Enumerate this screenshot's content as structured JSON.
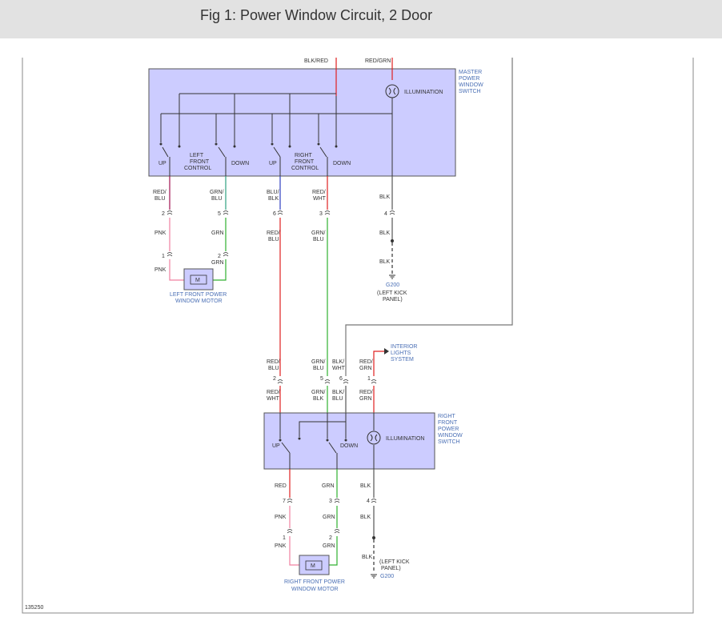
{
  "title": "Fig 1: Power Window Circuit, 2 Door",
  "figure_id": "135250",
  "master": {
    "name": [
      "MASTER",
      "POWER",
      "WINDOW",
      "SWITCH"
    ],
    "illumination": "ILLUMINATION",
    "left_control": [
      "LEFT",
      "FRONT",
      "CONTROL"
    ],
    "right_control": [
      "RIGHT",
      "FRONT",
      "CONTROL"
    ],
    "up": "UP",
    "down": "DOWN",
    "input_wires": [
      "BLK/RED",
      "RED/GRN"
    ]
  },
  "master_connector_wires": [
    {
      "above": [
        "RED/",
        "BLU"
      ],
      "pin": "2",
      "below": [
        "PNK"
      ]
    },
    {
      "above": [
        "GRN/",
        "BLU"
      ],
      "pin": "5",
      "below": [
        "GRN"
      ]
    },
    {
      "above": [
        "BLU/",
        "BLK"
      ],
      "pin": "6",
      "below": [
        "RED/",
        "BLU"
      ]
    },
    {
      "above": [
        "RED/",
        "WHT"
      ],
      "pin": "3",
      "below": [
        "GRN/",
        "BLU"
      ]
    },
    {
      "above": [
        "BLK"
      ],
      "pin": "4",
      "below": [
        "BLK"
      ]
    }
  ],
  "left_motor": {
    "name": [
      "LEFT FRONT POWER",
      "WINDOW MOTOR"
    ],
    "pins": [
      {
        "pin": "1",
        "wire": "PNK"
      },
      {
        "pin": "2",
        "wire": "GRN"
      }
    ]
  },
  "ground_top": {
    "wire": "BLK",
    "name": "G200",
    "location": [
      "(LEFT KICK",
      "PANEL)"
    ]
  },
  "interior_lights": [
    "INTERIOR",
    "LIGHTS",
    "SYSTEM"
  ],
  "right_switch_connector_wires": [
    {
      "above": [
        "RED/",
        "BLU"
      ],
      "pin": "2",
      "below": [
        "RED/",
        "WHT"
      ]
    },
    {
      "above": [
        "GRN/",
        "BLU"
      ],
      "pin": "5",
      "below": [
        "GRN/",
        "BLK"
      ]
    },
    {
      "above": [
        "BLK/",
        "WHT"
      ],
      "pin": "6",
      "below": [
        "BLK/",
        "BLU"
      ]
    },
    {
      "above": [
        "RED/",
        "GRN"
      ],
      "pin": "1",
      "below": [
        "RED/",
        "GRN"
      ]
    }
  ],
  "right_switch": {
    "name": [
      "RIGHT",
      "FRONT",
      "POWER",
      "WINDOW",
      "SWITCH"
    ],
    "illumination": "ILLUMINATION",
    "up": "UP",
    "down": "DOWN"
  },
  "right_switch_output_wires": [
    {
      "above": [
        "RED"
      ],
      "pin": "7",
      "below": [
        "PNK"
      ]
    },
    {
      "above": [
        "GRN"
      ],
      "pin": "3",
      "below": [
        "GRN"
      ]
    },
    {
      "above": [
        "BLK"
      ],
      "pin": "4",
      "below": [
        "BLK"
      ]
    }
  ],
  "right_motor": {
    "name": [
      "RIGHT FRONT POWER",
      "WINDOW MOTOR"
    ],
    "pins": [
      {
        "pin": "1",
        "wire": "PNK"
      },
      {
        "pin": "2",
        "wire": "GRN"
      }
    ]
  },
  "ground_bottom": {
    "wire": "BLK",
    "name": "G200",
    "location": [
      "(LEFT KICK",
      "PANEL)"
    ]
  },
  "motor_symbol": "M",
  "colors": {
    "switch_fill": "#ccccff",
    "red": "#e02020",
    "pink": "#f080a0",
    "green": "#30b030",
    "blue": "#3040c0",
    "black": "#555555",
    "label_blue": "#4a6fb5"
  }
}
